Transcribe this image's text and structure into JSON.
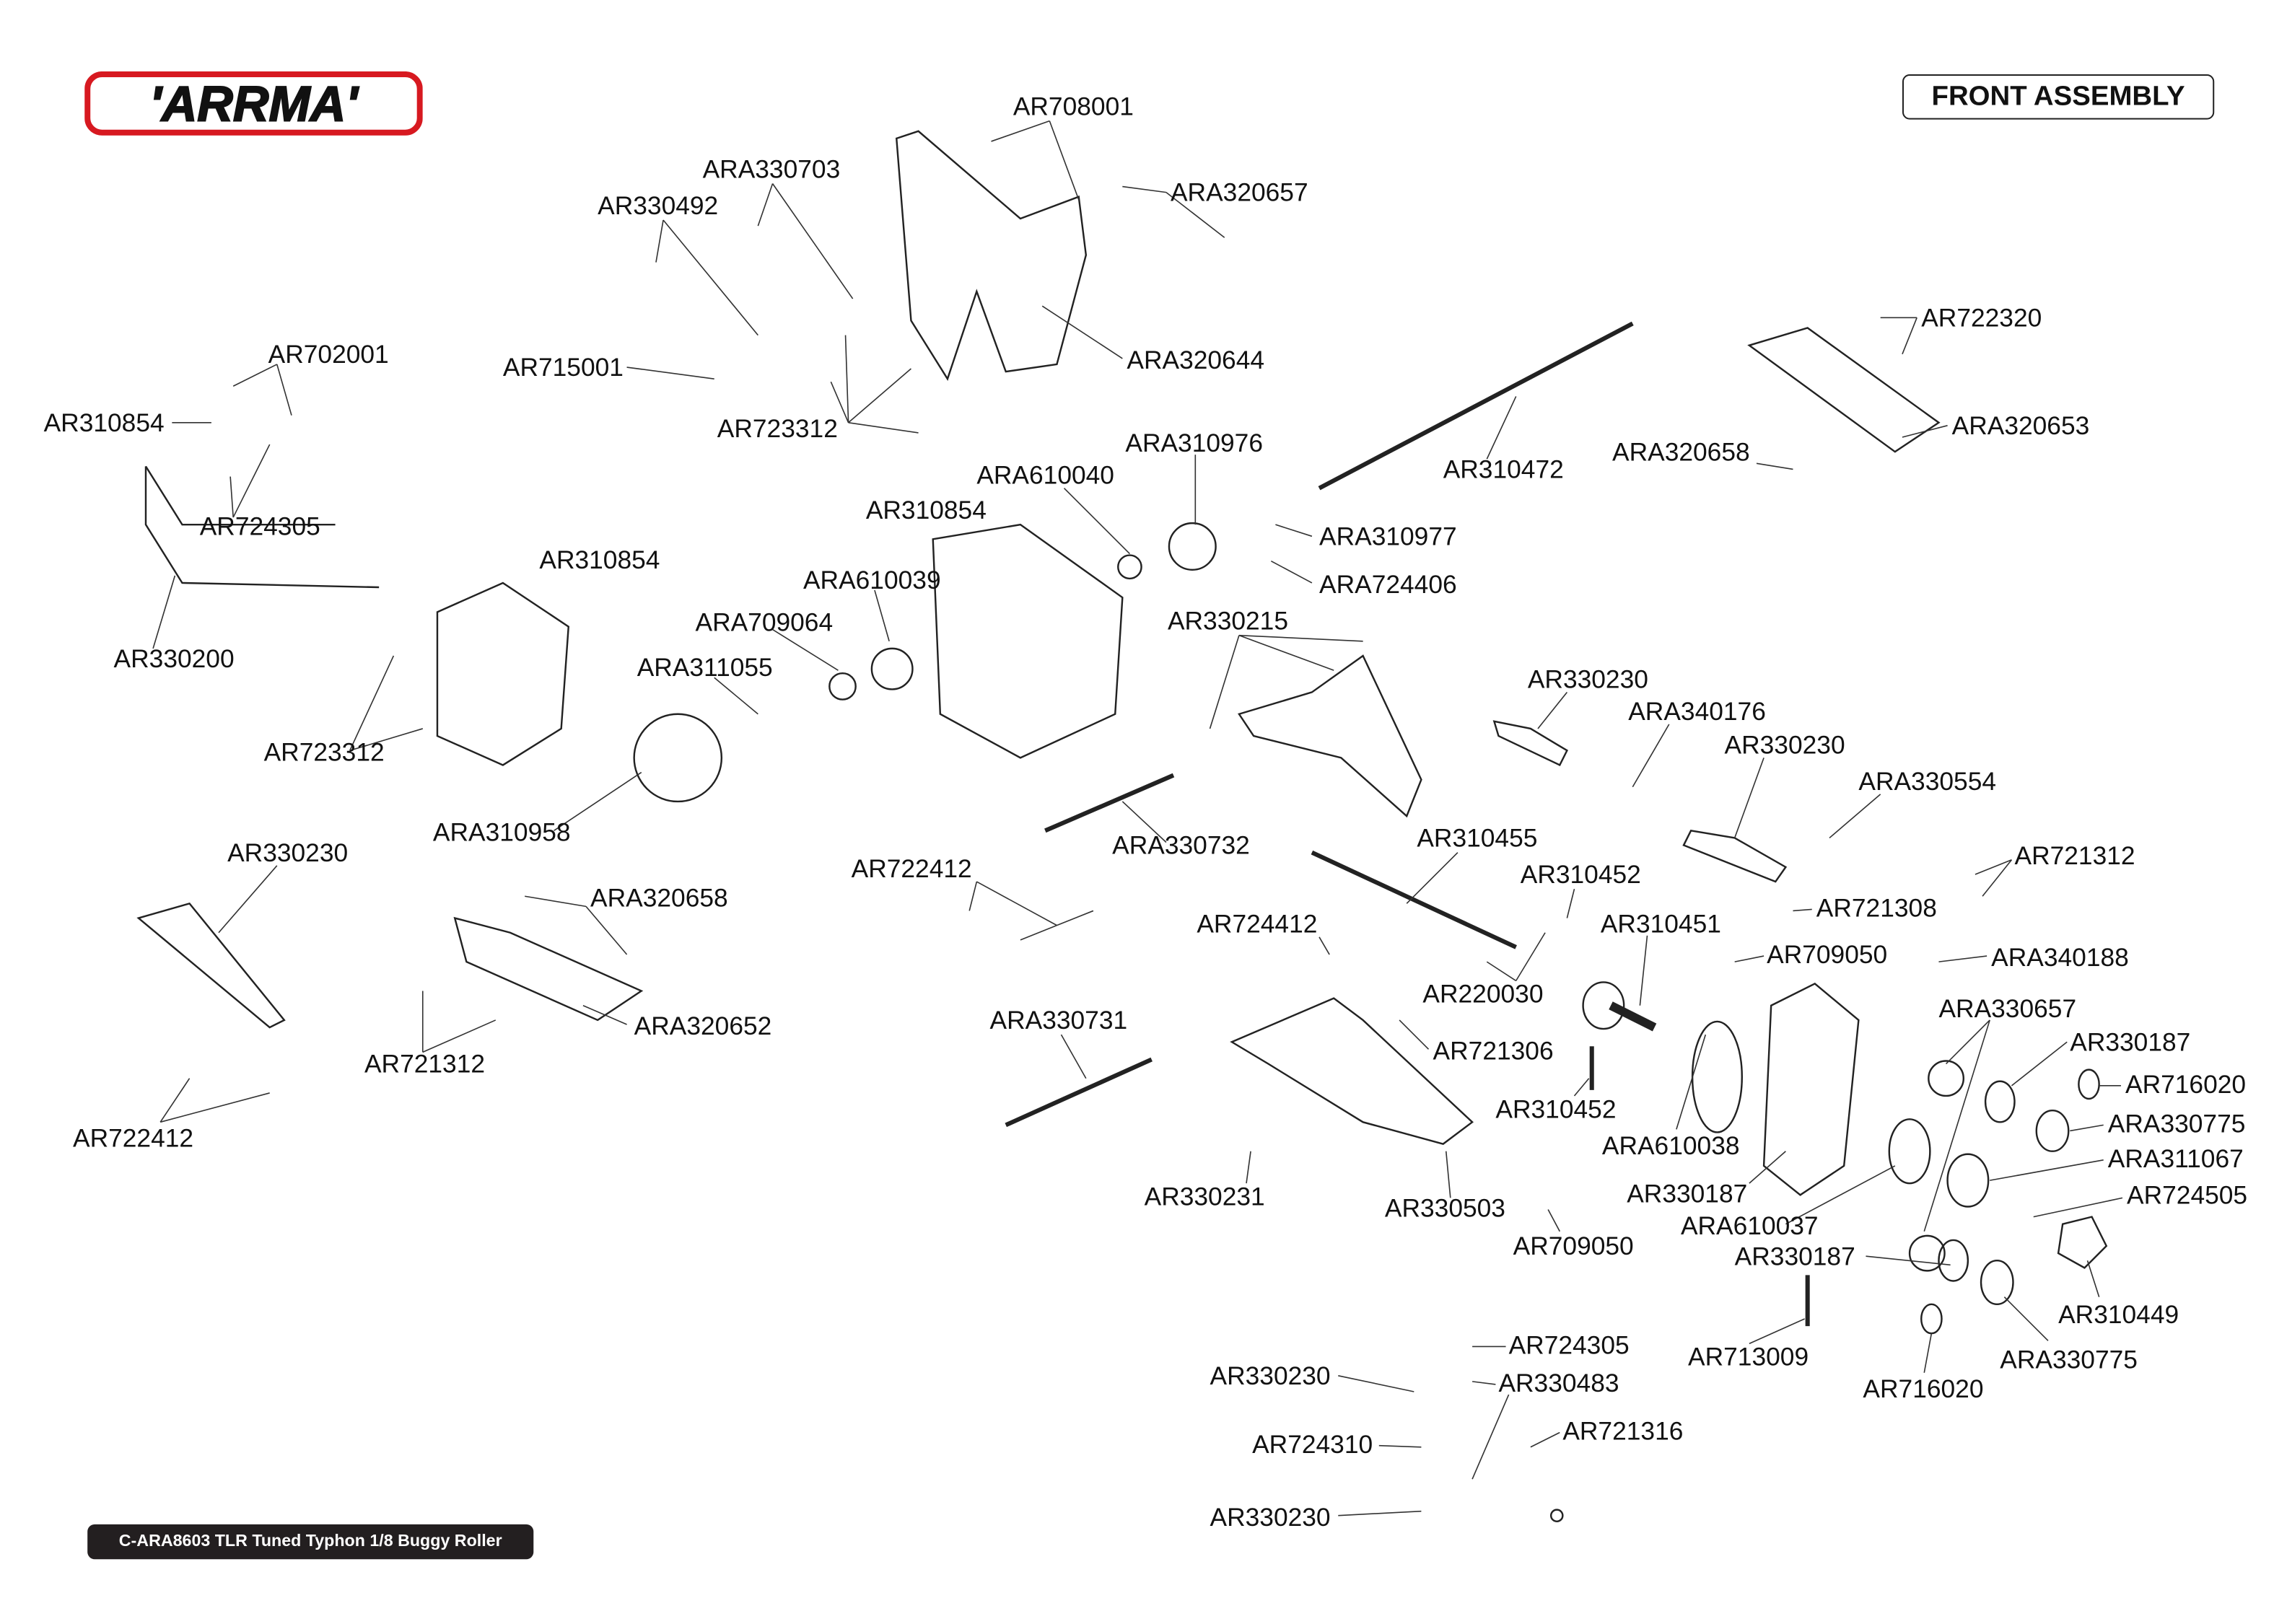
{
  "brand": {
    "logo_text": "ARRMA",
    "logo_color": "#d71920"
  },
  "title": "FRONT ASSEMBLY",
  "footer": "C-ARA8603 TLR Tuned Typhon 1/8 Buggy Roller",
  "parts": [
    "AR708001",
    "ARA320657",
    "ARA330703",
    "AR330492",
    "ARA320644",
    "AR715001",
    "AR723312",
    "AR702001",
    "AR310854",
    "AR724305",
    "AR330200",
    "AR722320",
    "ARA320653",
    "ARA320658",
    "AR310472",
    "ARA310976",
    "ARA610040",
    "AR310854",
    "AR310854",
    "ARA310977",
    "ARA724406",
    "ARA610039",
    "ARA709064",
    "ARA311055",
    "AR723312",
    "ARA310958",
    "AR330215",
    "AR330230",
    "ARA340176",
    "AR330230",
    "ARA330554",
    "AR330230",
    "ARA320658",
    "ARA320652",
    "AR721312",
    "AR722412",
    "AR722412",
    "ARA330732",
    "AR310455",
    "AR310452",
    "AR310451",
    "AR721312",
    "AR721308",
    "AR709050",
    "ARA340188",
    "AR724412",
    "AR220030",
    "AR721306",
    "ARA330731",
    "ARA330657",
    "AR330187",
    "AR716020",
    "ARA330775",
    "ARA311067",
    "AR724505",
    "AR310452",
    "ARA610038",
    "AR330187",
    "ARA610037",
    "AR330187",
    "AR310449",
    "AR330231",
    "AR330503",
    "AR709050",
    "AR713009",
    "ARA330775",
    "AR716020",
    "AR724305",
    "AR330483",
    "AR330230",
    "AR724310",
    "AR721316",
    "AR330230"
  ]
}
